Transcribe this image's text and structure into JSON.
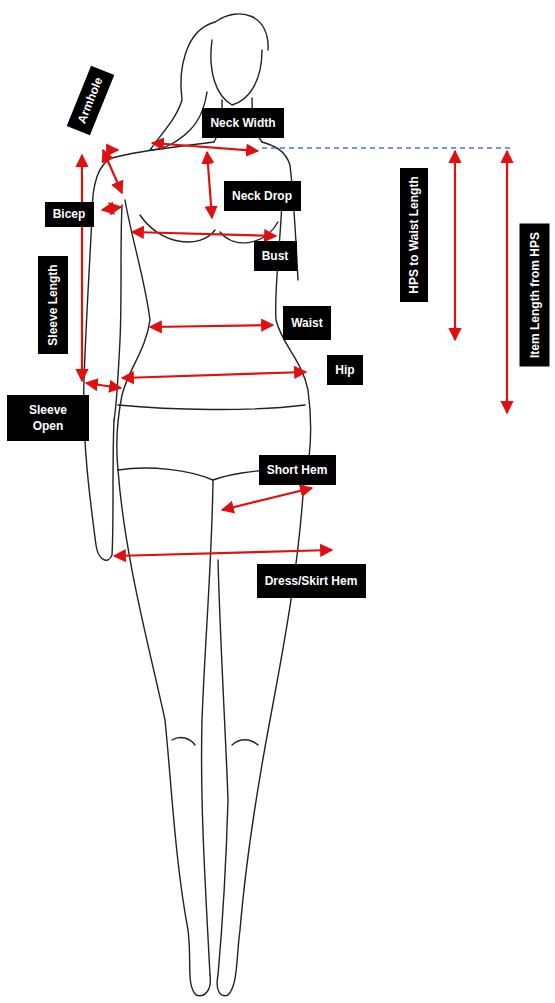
{
  "diagram": {
    "nodes": [
      {
        "text": [
          "Armhole"
        ]
      },
      {
        "text": [
          "Neck Width"
        ]
      },
      {
        "text": [
          "Neck Drop"
        ]
      },
      {
        "text": [
          "HPS to Waist Length"
        ]
      },
      {
        "text": [
          "Item Length from HPS"
        ]
      },
      {
        "text": [
          "Bicep"
        ]
      },
      {
        "text": [
          "Bust"
        ]
      },
      {
        "text": [
          "Sleeve Length"
        ]
      },
      {
        "text": [
          "Waist"
        ]
      },
      {
        "text": [
          "Sleeve Open"
        ]
      },
      {
        "text": [
          "Hip"
        ]
      },
      {
        "text": [
          "Short Hem"
        ]
      },
      {
        "text": [
          "Dress/Skirt Hem"
        ]
      }
    ]
  }
}
